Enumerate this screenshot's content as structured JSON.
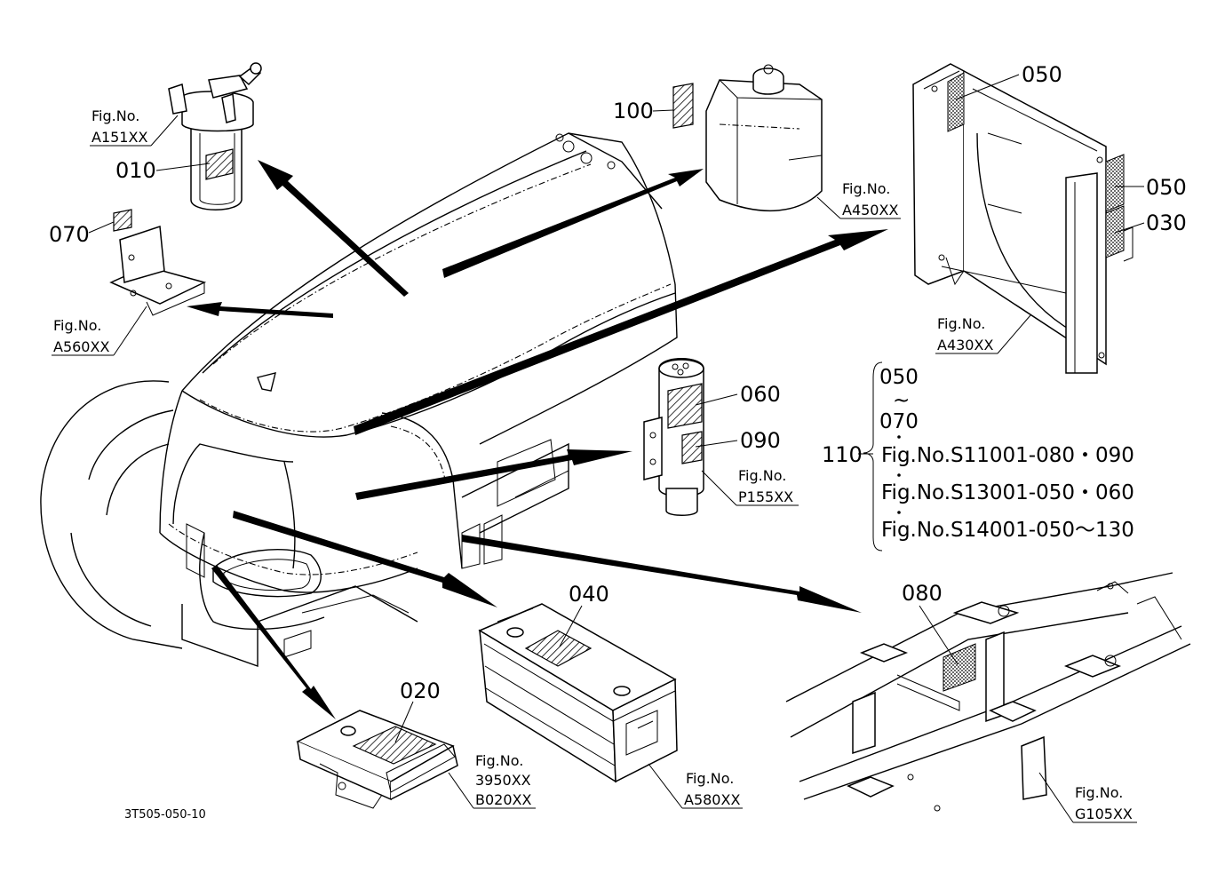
{
  "drawing_code": "3T505-050-10",
  "callouts": {
    "c010": {
      "part": "010",
      "fig": "Fig.No.",
      "ref": "A151XX"
    },
    "c070": {
      "part": "070",
      "fig": "Fig.No.",
      "ref": "A560XX"
    },
    "c100": {
      "part": "100",
      "fig": "Fig.No.",
      "ref": "A450XX"
    },
    "c050a": {
      "part": "050"
    },
    "c050b": {
      "part": "050"
    },
    "c030": {
      "part": "030",
      "fig": "Fig.No.",
      "ref": "A430XX"
    },
    "c060": {
      "part": "060"
    },
    "c090": {
      "part": "090",
      "fig": "Fig.No.",
      "ref": "P155XX"
    },
    "c040": {
      "part": "040",
      "fig": "Fig.No.",
      "ref": "A580XX"
    },
    "c020": {
      "part": "020",
      "fig": "Fig.No.",
      "ref1": "3950XX",
      "ref2": "B020XX"
    },
    "c080": {
      "part": "080",
      "fig": "Fig.No.",
      "ref": "G105XX"
    }
  },
  "reference_block": {
    "part": "110",
    "range_start": "050",
    "range_tilde": "~",
    "range_end": "070",
    "lines": [
      "Fig.No.S11001-080・090",
      "Fig.No.S13001-050・060",
      "Fig.No.S14001-050～130"
    ]
  }
}
